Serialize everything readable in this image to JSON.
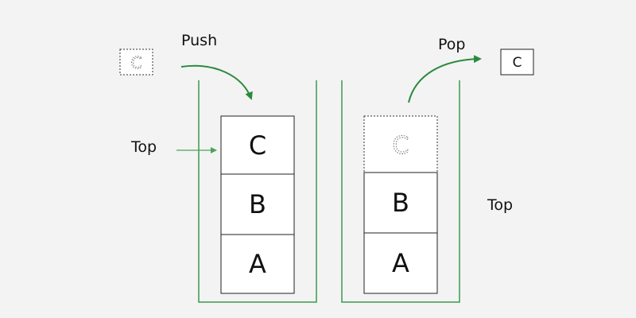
{
  "labels": {
    "push": "Push",
    "pop": "Pop",
    "top_left": "Top",
    "top_right": "Top"
  },
  "push_stack": {
    "cells": [
      "C",
      "B",
      "A"
    ]
  },
  "pop_stack": {
    "removed": "C",
    "cells": [
      "B",
      "A"
    ]
  },
  "incoming_element": "C",
  "popped_element": "C",
  "colors": {
    "container": "#3a9a4e",
    "arrow": "#2b8a3e",
    "pointer_arrow": "#4aa35a",
    "background": "#f3f3f3",
    "text": "#111111"
  }
}
